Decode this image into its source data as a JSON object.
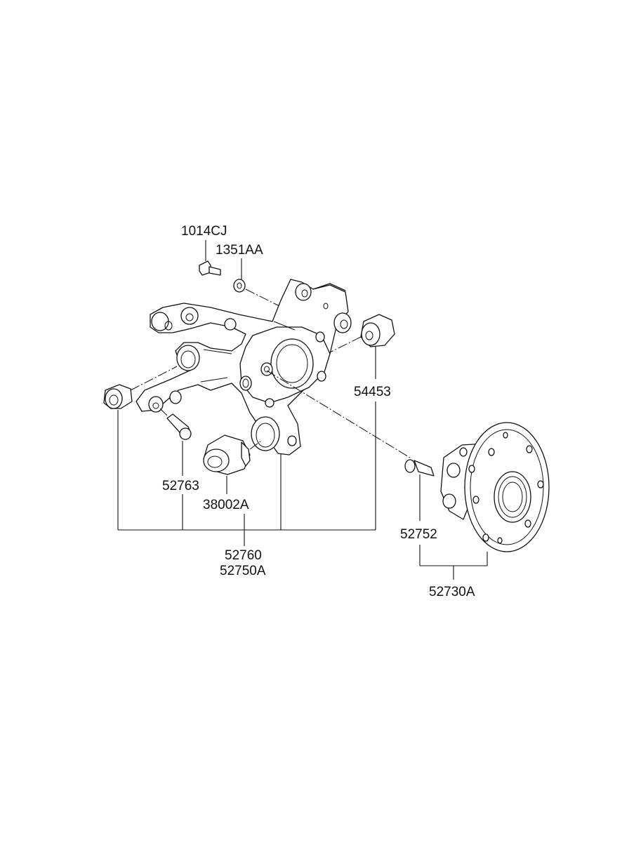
{
  "labels": {
    "bolt_1014cj": "1014CJ",
    "washer_1351aa": "1351AA",
    "bushing_54453": "54453",
    "pin_52763": "52763",
    "bushing_38002a": "38002A",
    "knuckle_52760": "52760",
    "knuckle_52750a": "52750A",
    "stud_52752": "52752",
    "hub_52730a": "52730A"
  }
}
